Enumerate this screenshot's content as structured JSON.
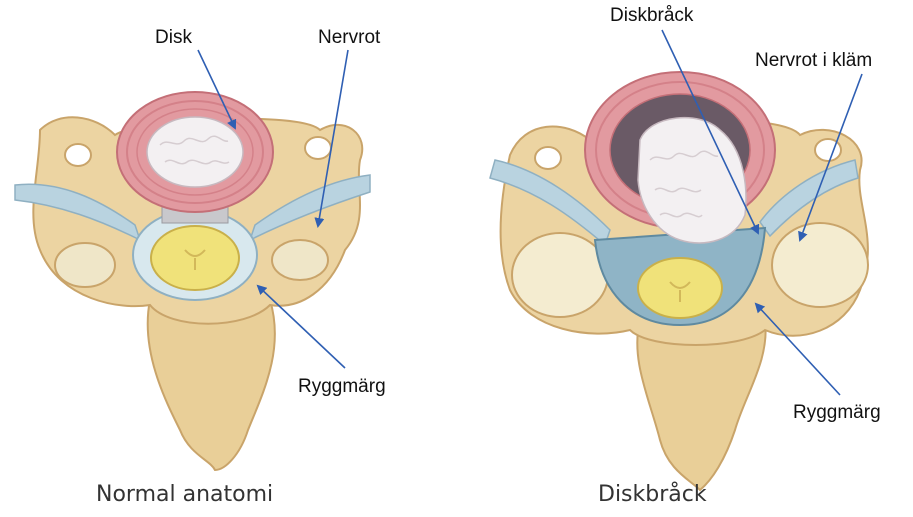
{
  "left_panel": {
    "labels": {
      "disk": "Disk",
      "nerve_root": "Nervrot",
      "spinal_cord": "Ryggmärg"
    },
    "caption": "Normal anatomi"
  },
  "right_panel": {
    "labels": {
      "herniation": "Diskbråck",
      "pinched_nerve": "Nervrot i kläm",
      "spinal_cord": "Ryggmärg"
    },
    "caption": "Diskbråck"
  },
  "colors": {
    "bone": "#e9cf98",
    "bone_dark": "#c9a46a",
    "disc_ring": "#e29aa0",
    "nucleus": "#f3f0f2",
    "cord": "#f0e27a",
    "nerve": "#b9d3e0",
    "arrow": "#2f5fb3"
  }
}
